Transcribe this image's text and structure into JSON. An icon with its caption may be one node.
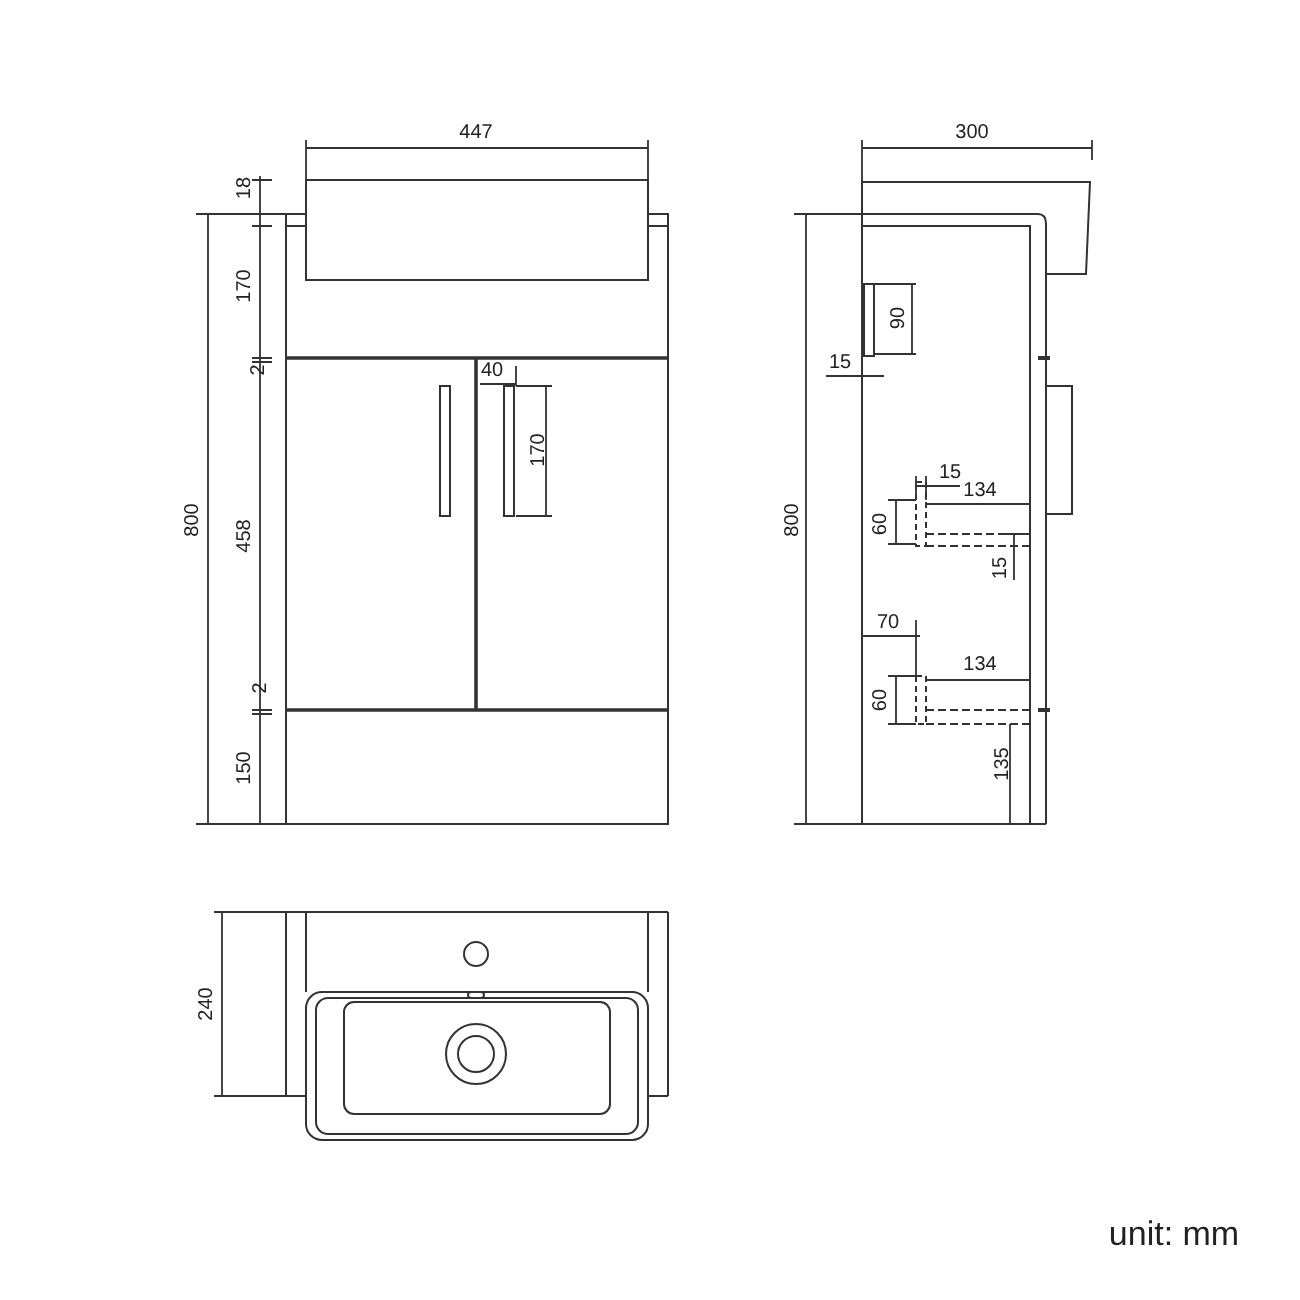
{
  "diagram": {
    "labels": [
      "447",
      "300",
      "18",
      "170",
      "90",
      "2",
      "40",
      "15",
      "170",
      "15",
      "134",
      "800",
      "458",
      "800",
      "60",
      "15",
      "70",
      "134",
      "2",
      "60",
      "135",
      "150",
      "240",
      "unit: mm"
    ]
  }
}
